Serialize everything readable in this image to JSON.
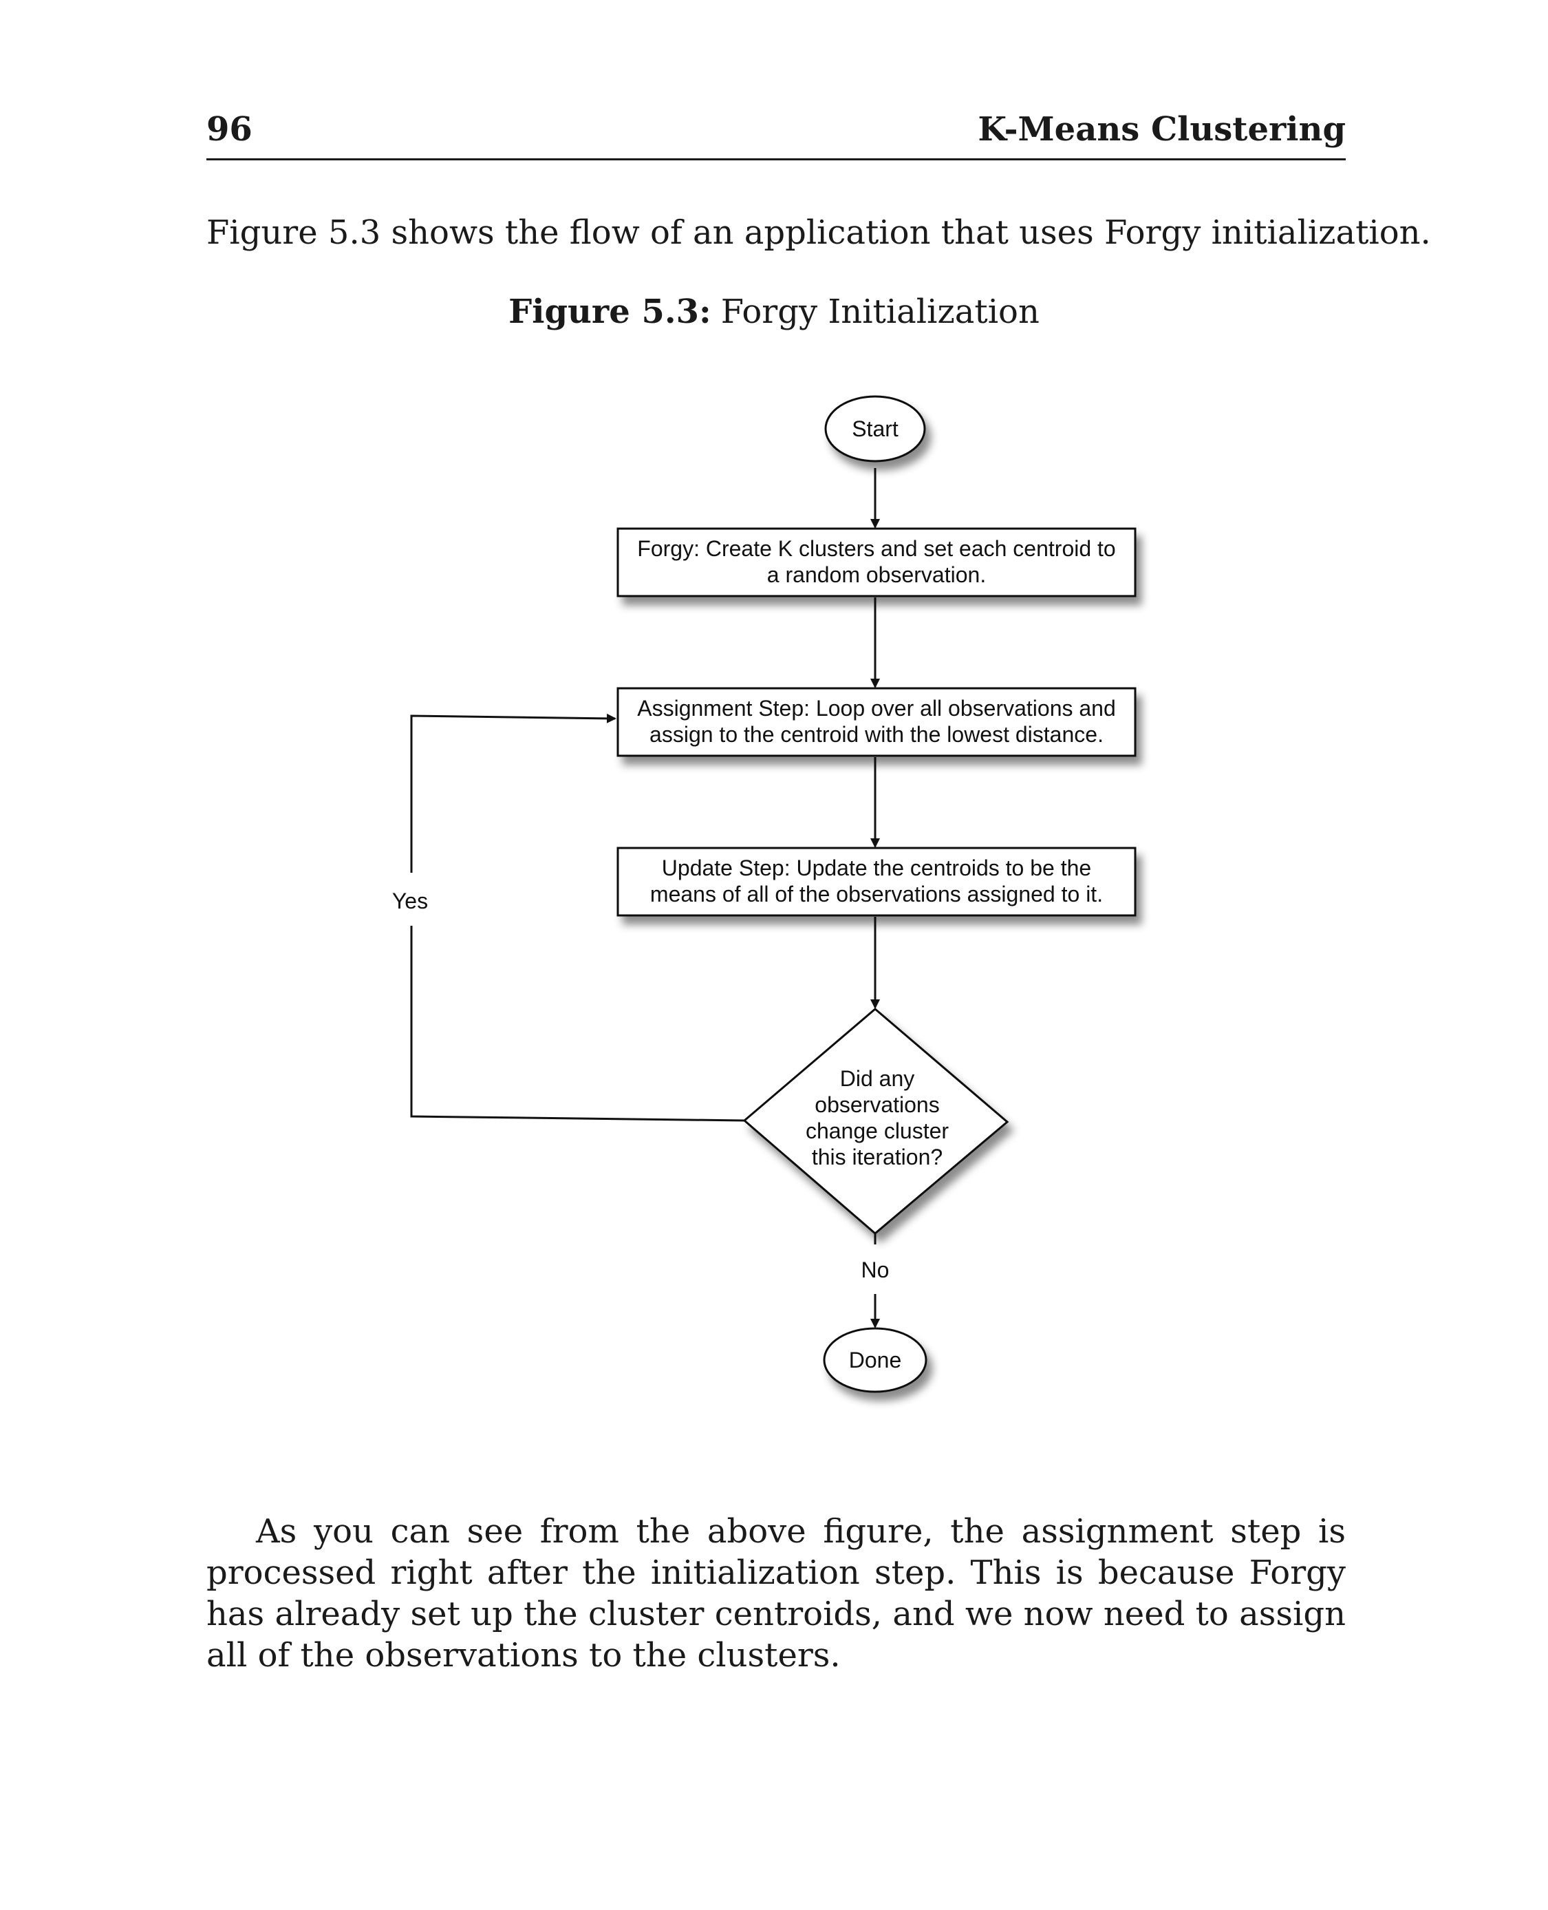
{
  "header": {
    "page_number": "96",
    "running_title": "K-Means Clustering"
  },
  "intro_text": "Figure 5.3 shows the flow of an application that uses Forgy initialization.",
  "caption": {
    "label": "Figure 5.3:",
    "title": "Forgy Initialization"
  },
  "flowchart": {
    "start": "Start",
    "forgy": [
      "Forgy: Create K clusters and set each centroid to",
      "a random observation."
    ],
    "assignment": [
      "Assignment Step: Loop over all observations and",
      "assign to the centroid with the lowest distance."
    ],
    "update": [
      "Update Step: Update the centroids to be the",
      "means of all of the observations assigned to it."
    ],
    "decision": [
      "Did any",
      "observations",
      "change cluster",
      "this iteration?"
    ],
    "yes_label": "Yes",
    "no_label": "No",
    "done": "Done"
  },
  "body_paragraph": "As you can see from the above figure, the assignment step is processed right after the initialization step. This is because Forgy has already set up the cluster centroids, and we now need to assign all of the observations to the clusters."
}
